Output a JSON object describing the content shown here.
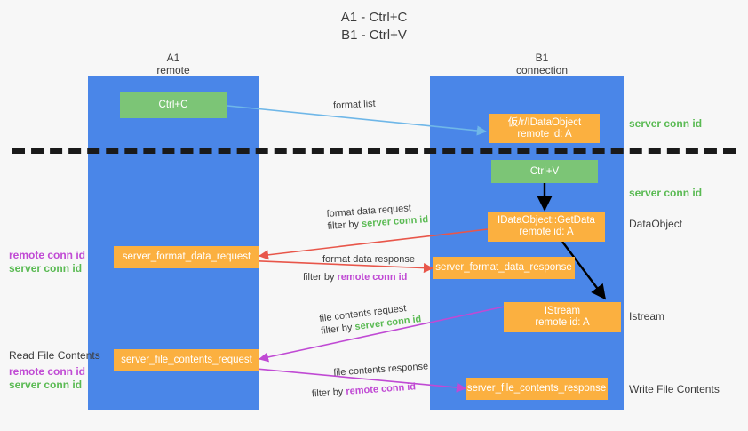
{
  "title": {
    "line1": "A1 - Ctrl+C",
    "line2": "B1 - Ctrl+V"
  },
  "lanes": [
    {
      "name": "A1",
      "sub": "remote"
    },
    {
      "name": "B1",
      "sub": "connection"
    }
  ],
  "boxes": {
    "ctrl_c": "Ctrl+C",
    "ctrl_v": "Ctrl+V",
    "idataobject_title": "仮/r/IDataObject",
    "idataobject_sub": "remote id: A",
    "getdata_title": "IDataObject::GetData",
    "getdata_sub": "remote id: A",
    "istream_title": "IStream",
    "istream_sub": "remote id: A",
    "server_format_data_request": "server_format_data_request",
    "server_format_data_response": "server_format_data_response",
    "server_file_contents_request": "server_file_contents_request",
    "server_file_contents_response": "server_file_contents_response"
  },
  "annotations": {
    "format_list": "format list",
    "format_data_request": "format data request",
    "format_data_response": "format data response",
    "file_contents_request": "file contents request",
    "file_contents_response": "file contents response",
    "filter_by": "filter by",
    "server_conn_id": "server conn id",
    "remote_conn_id": "remote conn id"
  },
  "side_labels": {
    "right_server_conn_1": "server conn id",
    "right_server_conn_2": "server conn id",
    "dataobject": "DataObject",
    "istream": "Istream",
    "write_file_contents": "Write File Contents",
    "read_file_contents": "Read File Contents",
    "remote_conn_id": "remote conn id",
    "server_conn_id": "server conn id"
  },
  "colors": {
    "lane": "#4a86e8",
    "green_box": "#7cc576",
    "orange_box": "#fbb040",
    "green_text": "#5aba53",
    "purple_text": "#c04ad4",
    "arrow_blue": "#6fb7e8",
    "arrow_red": "#e8564a",
    "arrow_purple": "#c04ad4",
    "arrow_black": "#000000",
    "background": "#f7f7f7"
  }
}
